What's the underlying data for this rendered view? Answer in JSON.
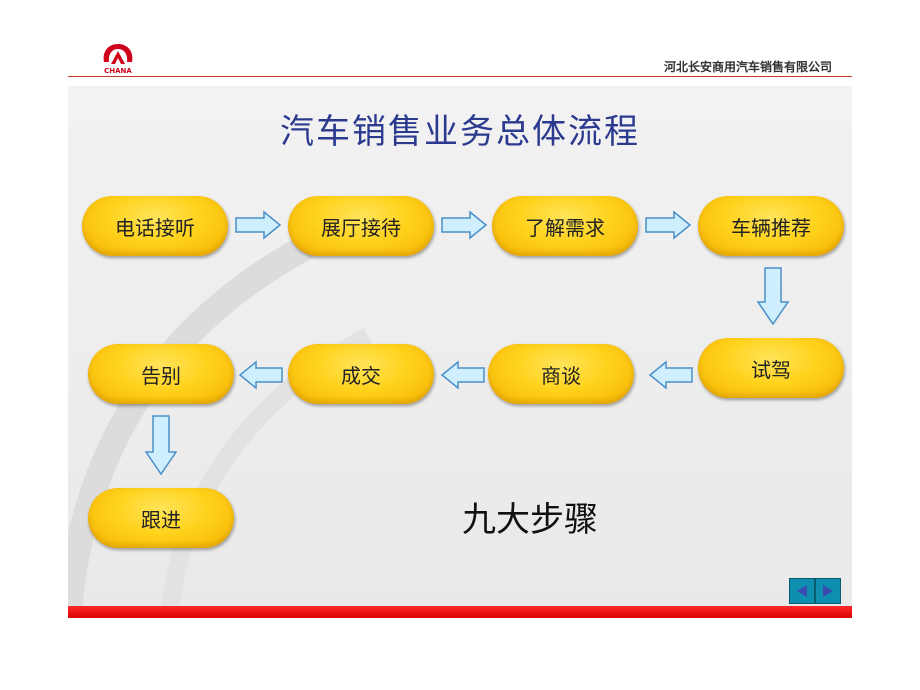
{
  "header": {
    "company": "河北长安商用汽车销售有限公司",
    "logo_text": "CHANA"
  },
  "title": "汽车销售业务总体流程",
  "steps": [
    {
      "id": 1,
      "label": "电话接听"
    },
    {
      "id": 2,
      "label": "展厅接待"
    },
    {
      "id": 3,
      "label": "了解需求"
    },
    {
      "id": 4,
      "label": "车辆推荐"
    },
    {
      "id": 5,
      "label": "试驾"
    },
    {
      "id": 6,
      "label": "商谈"
    },
    {
      "id": 7,
      "label": "成交"
    },
    {
      "id": 8,
      "label": "告别"
    },
    {
      "id": 9,
      "label": "跟进"
    }
  ],
  "slogan": "九大步骤",
  "nav": {
    "prev_icon": "triangle-left-icon",
    "next_icon": "triangle-right-icon"
  },
  "colors": {
    "step_fill": "#ffd21c",
    "arrow_fill": "#cfefff",
    "arrow_stroke": "#4a90c8",
    "title": "#2b3a8f",
    "footer_bar": "#e00000"
  }
}
